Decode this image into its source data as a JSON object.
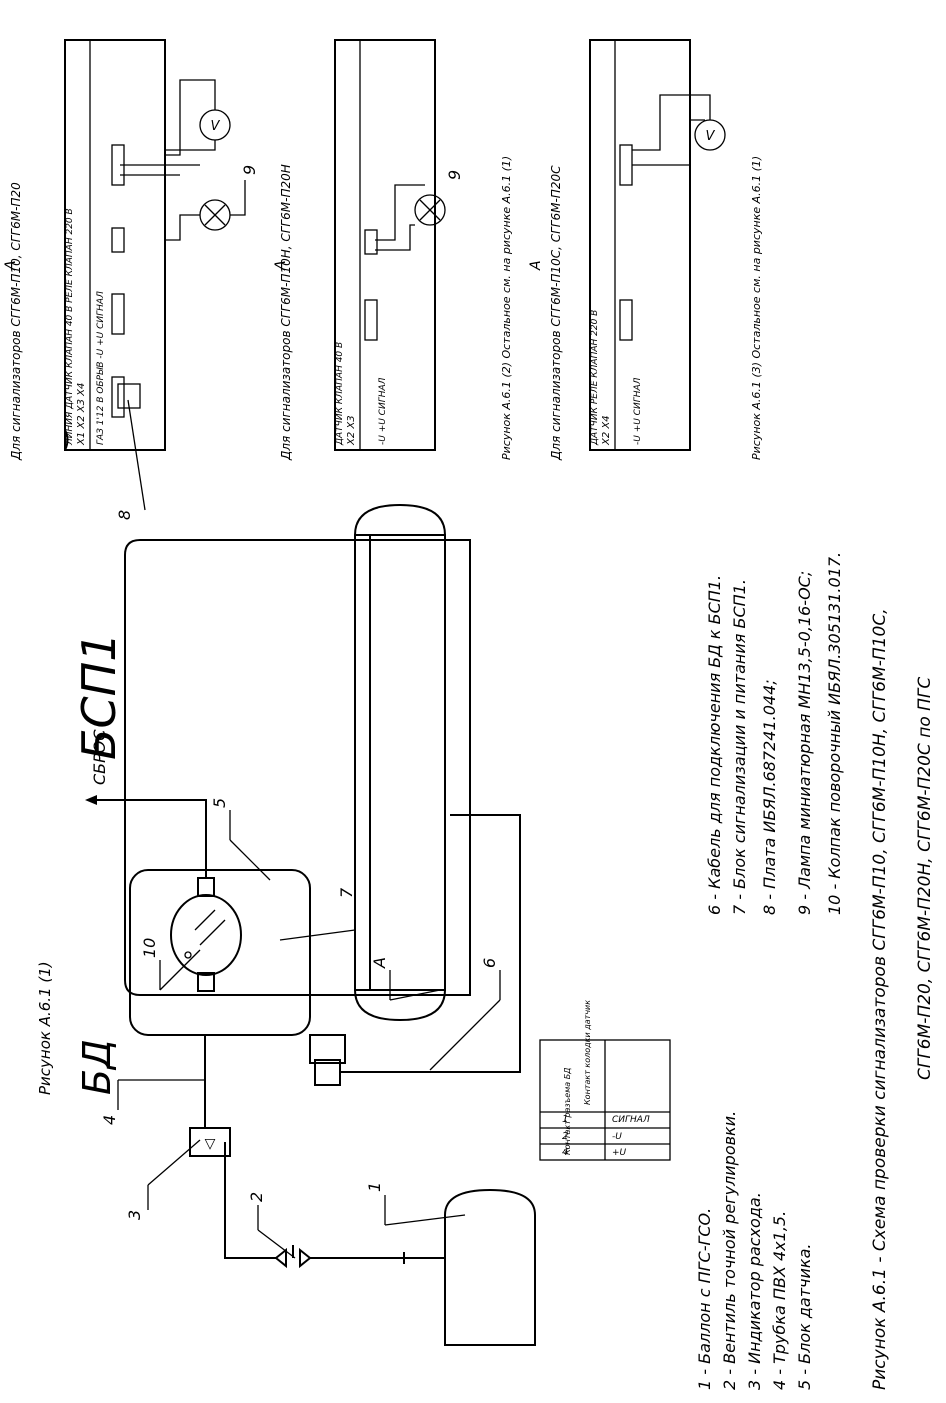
{
  "labels": {
    "bd": "БД",
    "bsp1": "БСП1",
    "figure_ref_top": "Рисунок А.6.1 (1)",
    "sbros": "СБРОС",
    "view_a": "А"
  },
  "callouts": {
    "c1": "1",
    "c2": "2",
    "c3": "3",
    "c4": "4",
    "c5": "5",
    "c6": "6",
    "c7": "7",
    "c8": "8",
    "c9a": "9",
    "c9b": "9",
    "c10": "10"
  },
  "pin_table": {
    "headers": [
      "Контакт разъема БД",
      "Контакт колодки датчик"
    ],
    "rows": [
      [
        "1",
        "СИГНАЛ"
      ],
      [
        "2",
        "-U"
      ],
      [
        "4",
        "+U"
      ]
    ]
  },
  "legend_left": [
    "1 - Баллон с ПГС-ГСО.",
    "2 - Вентиль точной регулировки.",
    "3 - Индикатор расхода.",
    "4 - Трубка ПВХ 4х1,5.",
    "5 - Блок датчика."
  ],
  "legend_right": [
    "6 - Кабель для подключения БД к БСП1.",
    "7 - Блок сигнализации и питания БСП1.",
    "8 - Плата ИБЯЛ.687241.044;",
    "9 - Лампа миниатюрная МН13,5-0,16-ОС;",
    "10 - Колпак поворочный ИБЯЛ.305131.017."
  ],
  "caption": {
    "line1": "Рисунок А.6.1 - Схема проверки сигнализаторов СГГ6М-П10, СГГ6М-П10Н, СГГ6М-П10С,",
    "line2": "СГГ6М-П20, СГГ6М-П20Н, СГГ6М-П20С по ПГС"
  },
  "panels": [
    {
      "letter": "А",
      "for_text": "Для сигнализаторов СГГ6М-П10, СГГ6М-П20",
      "caption": "",
      "header": "ЛИНИЯ    ДАТЧИК   КЛАПАН 40 В   РЕЛЕ  КЛАПАН 220 В",
      "row_conn": "Х1          Х2          Х3      Х4",
      "row_sig": "ГАЗ 1'12  В ОБРЫВ   -U +U СИГНАЛ"
    },
    {
      "letter": "А",
      "for_text": "Для сигнализаторов СГГ6М-П10Н, СГГ6М-П20Н",
      "caption": "Рисунок А.6.1 (2)  Остальное см. на рисунке А.6.1 (1)",
      "header": "ДАТЧИК   КЛАПАН 40 В",
      "row_conn": "Х2          Х3",
      "row_sig": "-U +U СИГНАЛ"
    },
    {
      "letter": "А",
      "for_text": "Для сигнализаторов СГГ6М-П10С, СГГ6М-П20С",
      "caption": "Рисунок А.6.1 (3)  Остальное см. на рисунке А.6.1 (1)",
      "header": "ДАТЧИК                   РЕЛЕ  КЛАПАН 220 В",
      "row_conn": "Х2                    Х4",
      "row_sig": "-U +U СИГНАЛ"
    }
  ],
  "meter_symbol": "V",
  "valve_symbol": "▽"
}
